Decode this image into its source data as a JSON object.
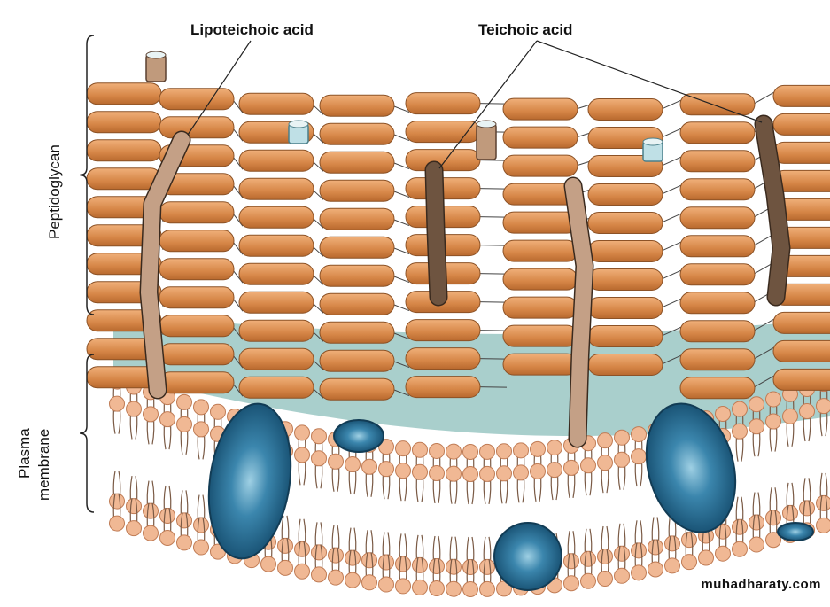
{
  "labels": {
    "lipoteichoic_acid": "Lipoteichoic acid",
    "teichoic_acid": "Teichoic acid",
    "peptidoglycan": "Peptidoglycan",
    "plasma_line1": "Plasma",
    "plasma_line2": "membrane"
  },
  "watermark": "muhadharaty.com",
  "colors": {
    "glycan_fill": "#d98a4e",
    "glycan_stroke": "#9a5a2a",
    "periplasm": "#a9cfcc",
    "lipid_head": "#f0b894",
    "protein": "#1f5f84",
    "lipoteichoic": "#c09a7c",
    "teichoic": "#6e5440"
  }
}
